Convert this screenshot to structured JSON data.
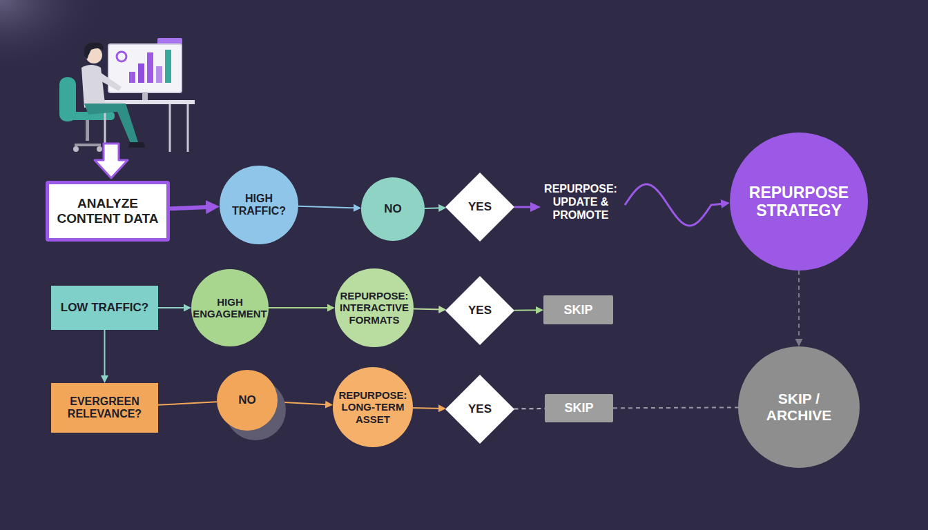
{
  "diagram": {
    "nodes": [
      {
        "text": [
          "ANALYZE CONTENT DATA"
        ]
      },
      {
        "text": [
          "HIGH TRAFFIC?"
        ]
      },
      {
        "text": [
          "NO"
        ]
      },
      {
        "text": [
          "YES"
        ]
      },
      {
        "text": [
          "REPURPOSE STRATEGY"
        ]
      },
      {
        "text": [
          "LOW TRAFFIC?"
        ]
      },
      {
        "text": [
          "HIGH ENGAGEMENT"
        ]
      },
      {
        "text": [
          "REPURPOSE: INTERACTIVE FORMATS"
        ]
      },
      {
        "text": [
          "YES"
        ]
      },
      {
        "text": [
          "SKIP"
        ]
      },
      {
        "text": [
          "EVERGREEN RELEVANCE?"
        ]
      },
      {
        "text": [
          "NO"
        ]
      },
      {
        "text": [
          "REPURPOSE: LONG-TERM ASSET"
        ]
      },
      {
        "text": [
          "YES"
        ]
      },
      {
        "text": [
          "SKIP"
        ]
      },
      {
        "text": [
          "SKIP / ARCHIVE"
        ]
      }
    ],
    "edges": [
      {
        "from": 0,
        "to": 1,
        "arrow": "to"
      },
      {
        "from": 1,
        "to": 2,
        "arrow": "to"
      },
      {
        "from": 2,
        "to": 3,
        "arrow": "to"
      },
      {
        "from": 3,
        "to": 4,
        "label": "REPURPOSE: UPDATE & PROMOTE",
        "arrow": "to"
      },
      {
        "from": 4,
        "to": 15,
        "arrow": "to"
      },
      {
        "from": 5,
        "to": 6,
        "arrow": "to"
      },
      {
        "from": 5,
        "to": 10,
        "arrow": "to"
      },
      {
        "from": 6,
        "to": 7,
        "arrow": "to"
      },
      {
        "from": 7,
        "to": 8,
        "arrow": "to"
      },
      {
        "from": 8,
        "to": 9,
        "arrow": "to"
      },
      {
        "from": 10,
        "to": 11,
        "arrow": "none"
      },
      {
        "from": 11,
        "to": 12,
        "arrow": "to"
      },
      {
        "from": 12,
        "to": 13,
        "arrow": "to"
      },
      {
        "from": 13,
        "to": 14,
        "arrow": "none"
      },
      {
        "from": 14,
        "to": 15,
        "arrow": "none"
      }
    ]
  }
}
